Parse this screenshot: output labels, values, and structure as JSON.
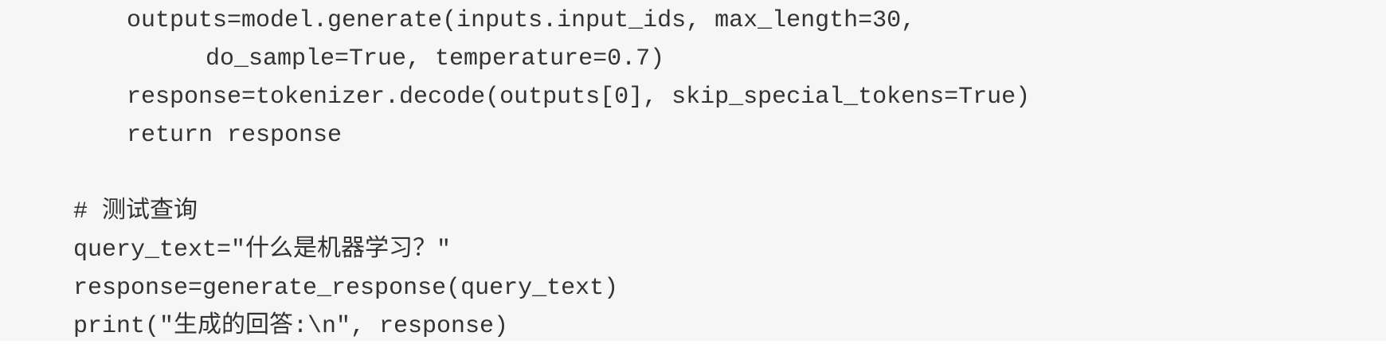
{
  "code": {
    "lines": [
      "outputs=model.generate(inputs.input_ids, max_length=30,",
      "do_sample=True, temperature=0.7)",
      "response=tokenizer.decode(outputs[0], skip_special_tokens=True)",
      "return response",
      "",
      "# 测试查询",
      "query_text=\"什么是机器学习？\"",
      "response=generate_response(query_text)",
      "print(\"生成的回答:\\n\", response)"
    ]
  }
}
